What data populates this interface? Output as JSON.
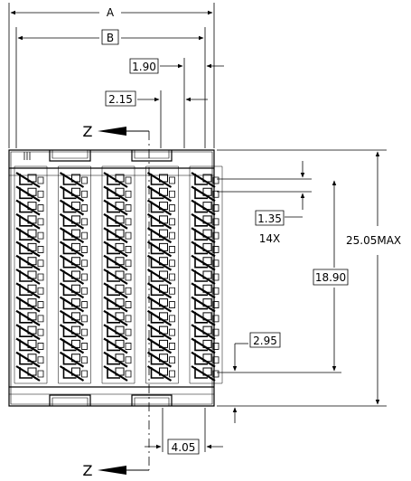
{
  "dimensions": {
    "overall_width": "A",
    "row_span_width": "B",
    "col_offset": "1.90",
    "col_pitch": "2.15",
    "row_pitch": "1.35",
    "row_pitch_count": "14X",
    "total_row_span": "18.90",
    "overall_height": "25.05",
    "overall_height_suffix": "MAX",
    "edge_to_row": "2.95",
    "section_offset": "4.05"
  },
  "section_marks": {
    "top": "Z",
    "bottom": "Z"
  },
  "colors": {
    "ink": "#000000",
    "paper": "#ffffff"
  },
  "connector": {
    "contact_columns": 5,
    "contact_rows": 15
  }
}
